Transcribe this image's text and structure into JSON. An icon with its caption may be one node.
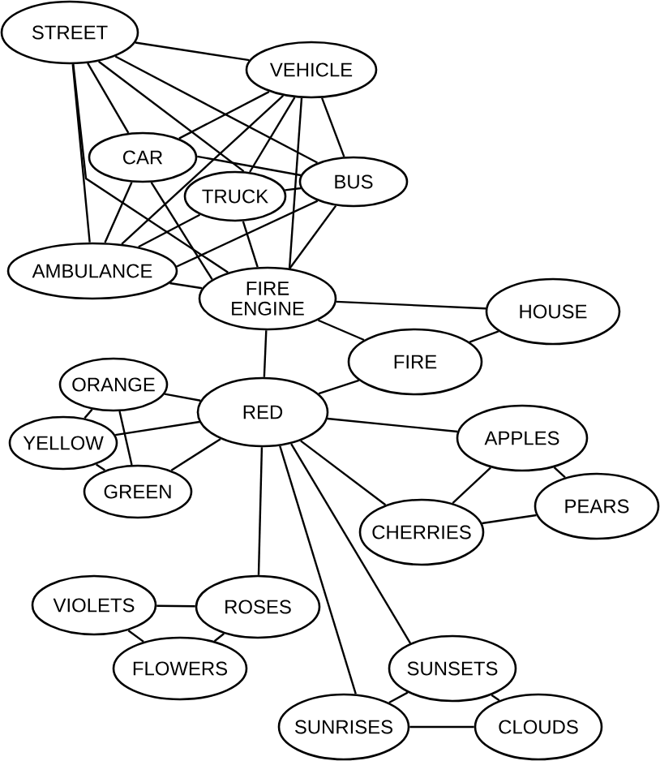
{
  "diagram": {
    "nodes": [
      {
        "text": [
          "STREET"
        ]
      },
      {
        "text": [
          "VEHICLE"
        ]
      },
      {
        "text": [
          "CAR"
        ]
      },
      {
        "text": [
          "BUS"
        ]
      },
      {
        "text": [
          "TRUCK"
        ]
      },
      {
        "text": [
          "AMBULANCE"
        ]
      },
      {
        "text": [
          "FIRE ENGINE"
        ]
      },
      {
        "text": [
          "HOUSE"
        ]
      },
      {
        "text": [
          "FIRE"
        ]
      },
      {
        "text": [
          "ORANGE"
        ]
      },
      {
        "text": [
          "RED"
        ]
      },
      {
        "text": [
          "YELLOW"
        ]
      },
      {
        "text": [
          "APPLES"
        ]
      },
      {
        "text": [
          "GREEN"
        ]
      },
      {
        "text": [
          "PEARS"
        ]
      },
      {
        "text": [
          "CHERRIES"
        ]
      },
      {
        "text": [
          "VIOLETS"
        ]
      },
      {
        "text": [
          "ROSES"
        ]
      },
      {
        "text": [
          "FLOWERS"
        ]
      },
      {
        "text": [
          "SUNSETS"
        ]
      },
      {
        "text": [
          "SUNRISES"
        ]
      },
      {
        "text": [
          "CLOUDS"
        ]
      }
    ],
    "edges": [
      {
        "from": 0,
        "to": 1,
        "arrow": "none"
      },
      {
        "from": 0,
        "to": 2,
        "arrow": "none"
      },
      {
        "from": 0,
        "to": 4,
        "arrow": "none"
      },
      {
        "from": 0,
        "to": 3,
        "arrow": "none"
      },
      {
        "from": 0,
        "to": 5,
        "arrow": "none"
      },
      {
        "from": 0,
        "to": 6,
        "arrow": "none"
      },
      {
        "from": 1,
        "to": 2,
        "arrow": "none"
      },
      {
        "from": 1,
        "to": 4,
        "arrow": "none"
      },
      {
        "from": 1,
        "to": 3,
        "arrow": "none"
      },
      {
        "from": 1,
        "to": 5,
        "arrow": "none"
      },
      {
        "from": 1,
        "to": 6,
        "arrow": "none"
      },
      {
        "from": 2,
        "to": 3,
        "arrow": "none"
      },
      {
        "from": 2,
        "to": 5,
        "arrow": "none"
      },
      {
        "from": 2,
        "to": 6,
        "arrow": "none"
      },
      {
        "from": 4,
        "to": 3,
        "arrow": "none"
      },
      {
        "from": 4,
        "to": 5,
        "arrow": "none"
      },
      {
        "from": 4,
        "to": 6,
        "arrow": "none"
      },
      {
        "from": 3,
        "to": 5,
        "arrow": "none"
      },
      {
        "from": 3,
        "to": 6,
        "arrow": "none"
      },
      {
        "from": 5,
        "to": 6,
        "arrow": "none"
      },
      {
        "from": 6,
        "to": 7,
        "arrow": "none"
      },
      {
        "from": 6,
        "to": 8,
        "arrow": "none"
      },
      {
        "from": 6,
        "to": 10,
        "arrow": "none"
      },
      {
        "from": 7,
        "to": 8,
        "arrow": "none"
      },
      {
        "from": 8,
        "to": 10,
        "arrow": "none"
      },
      {
        "from": 10,
        "to": 9,
        "arrow": "none"
      },
      {
        "from": 10,
        "to": 11,
        "arrow": "none"
      },
      {
        "from": 10,
        "to": 13,
        "arrow": "none"
      },
      {
        "from": 9,
        "to": 11,
        "arrow": "none"
      },
      {
        "from": 9,
        "to": 13,
        "arrow": "none"
      },
      {
        "from": 11,
        "to": 13,
        "arrow": "none"
      },
      {
        "from": 10,
        "to": 12,
        "arrow": "none"
      },
      {
        "from": 10,
        "to": 15,
        "arrow": "none"
      },
      {
        "from": 12,
        "to": 15,
        "arrow": "none"
      },
      {
        "from": 12,
        "to": 14,
        "arrow": "none"
      },
      {
        "from": 15,
        "to": 14,
        "arrow": "none"
      },
      {
        "from": 10,
        "to": 17,
        "arrow": "none"
      },
      {
        "from": 10,
        "to": 20,
        "arrow": "none"
      },
      {
        "from": 10,
        "to": 19,
        "arrow": "none"
      },
      {
        "from": 16,
        "to": 17,
        "arrow": "none"
      },
      {
        "from": 16,
        "to": 18,
        "arrow": "none"
      },
      {
        "from": 17,
        "to": 18,
        "arrow": "none"
      },
      {
        "from": 19,
        "to": 20,
        "arrow": "none"
      },
      {
        "from": 19,
        "to": 21,
        "arrow": "none"
      },
      {
        "from": 20,
        "to": 21,
        "arrow": "none"
      }
    ]
  }
}
